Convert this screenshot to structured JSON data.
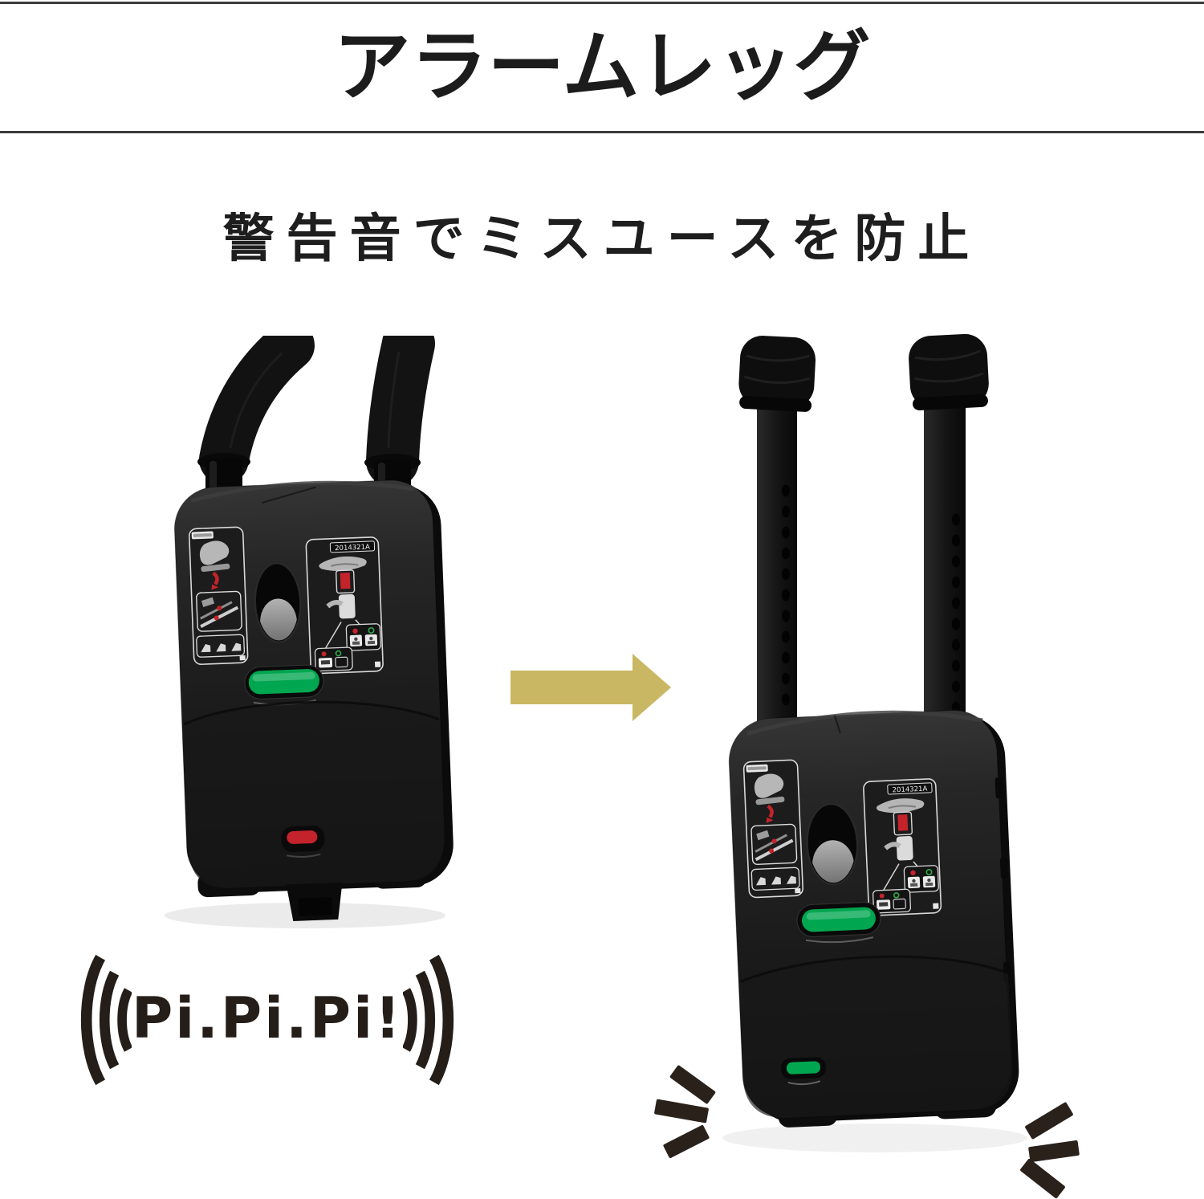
{
  "page": {
    "background_color": "#ffffff"
  },
  "header": {
    "title": "アラームレッグ",
    "rule_color": "#3b3b3b"
  },
  "subtitle": {
    "text": "警告音でミスユースを防止"
  },
  "flow": {
    "arrow_color": "#c9b763",
    "arrow_direction": "right"
  },
  "alarm": {
    "text": "Pi.Pi.Pi!",
    "ink_color": "#251d18"
  },
  "devices": {
    "before": {
      "label_code": "2014321A",
      "status_light_color": "#00a650",
      "alert_light_color": "#c4232b"
    },
    "after": {
      "label_code": "2014321A",
      "status_light_color": "#00a650",
      "bottom_light_color": "#00a650"
    }
  },
  "icons": {
    "sound_wave": "triple-arc",
    "transform_arrow": "right-arrow",
    "emphasis": "dash-marks"
  }
}
